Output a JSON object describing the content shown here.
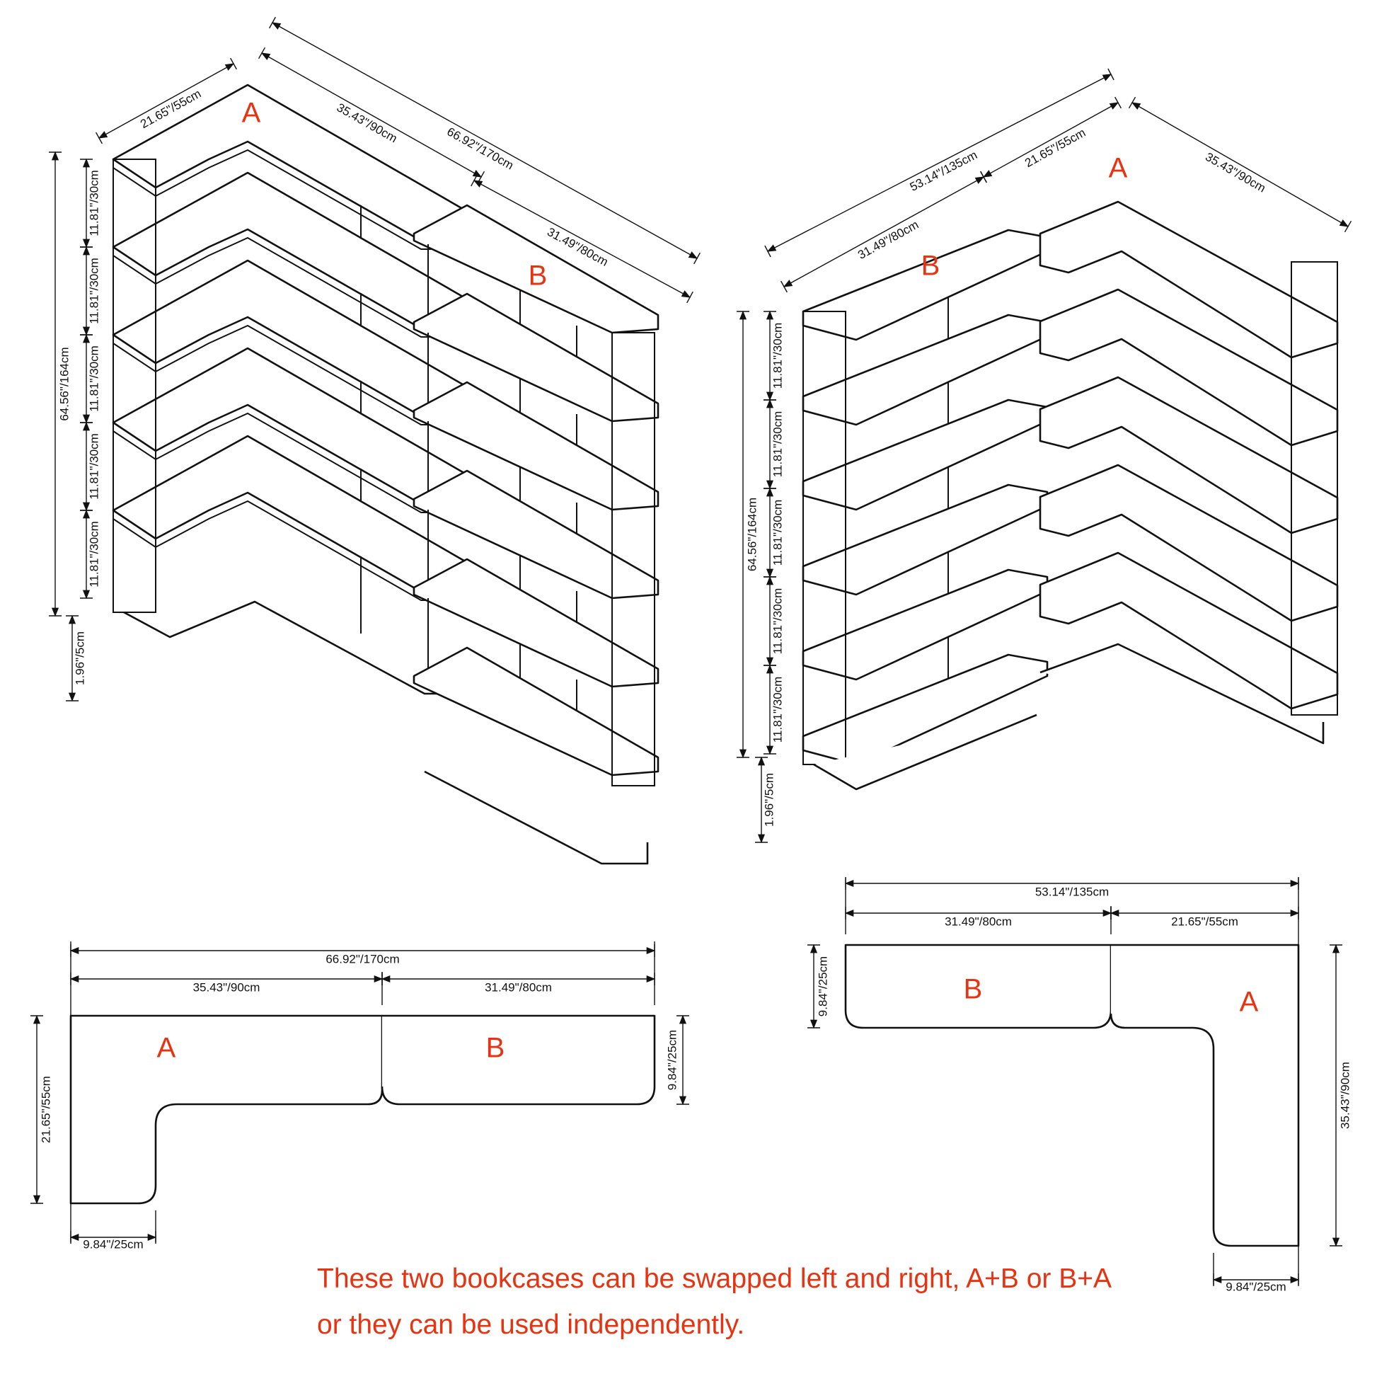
{
  "iso_left": {
    "dims": {
      "depth": "21.65\"/55cm",
      "a_length": "35.43\"/90cm",
      "total": "66.92\"/170cm",
      "b_length": "31.49\"/80cm",
      "height": "64.56\"/164cm",
      "shelf_gap": "11.81\"/30cm",
      "base": "1.96\"/5cm"
    },
    "label_a": "A",
    "label_b": "B"
  },
  "iso_right": {
    "dims": {
      "total": "53.14\"/135cm",
      "b_length": "31.49\"/80cm",
      "depth": "21.65\"/55cm",
      "a_length": "35.43\"/90cm",
      "height": "64.56\"/164cm",
      "shelf_gap": "11.81\"/30cm",
      "base": "1.96\"/5cm"
    },
    "label_a": "A",
    "label_b": "B"
  },
  "plan_left": {
    "dims": {
      "total": "66.92\"/170cm",
      "a_width": "35.43\"/90cm",
      "b_width": "31.49\"/80cm",
      "depth_total": "21.65\"/55cm",
      "depth_b": "9.84\"/25cm",
      "leg_width": "9.84\"/25cm"
    },
    "label_a": "A",
    "label_b": "B"
  },
  "plan_right": {
    "dims": {
      "total": "53.14\"/135cm",
      "b_width": "31.49\"/80cm",
      "a_width": "21.65\"/55cm",
      "depth_b": "9.84\"/25cm",
      "depth_total": "35.43\"/90cm",
      "leg_width": "9.84\"/25cm"
    },
    "label_a": "A",
    "label_b": "B"
  },
  "note": {
    "line1": "These two bookcases can be swapped left and right, A+B or B+A",
    "line2": "or they can be used independently."
  }
}
